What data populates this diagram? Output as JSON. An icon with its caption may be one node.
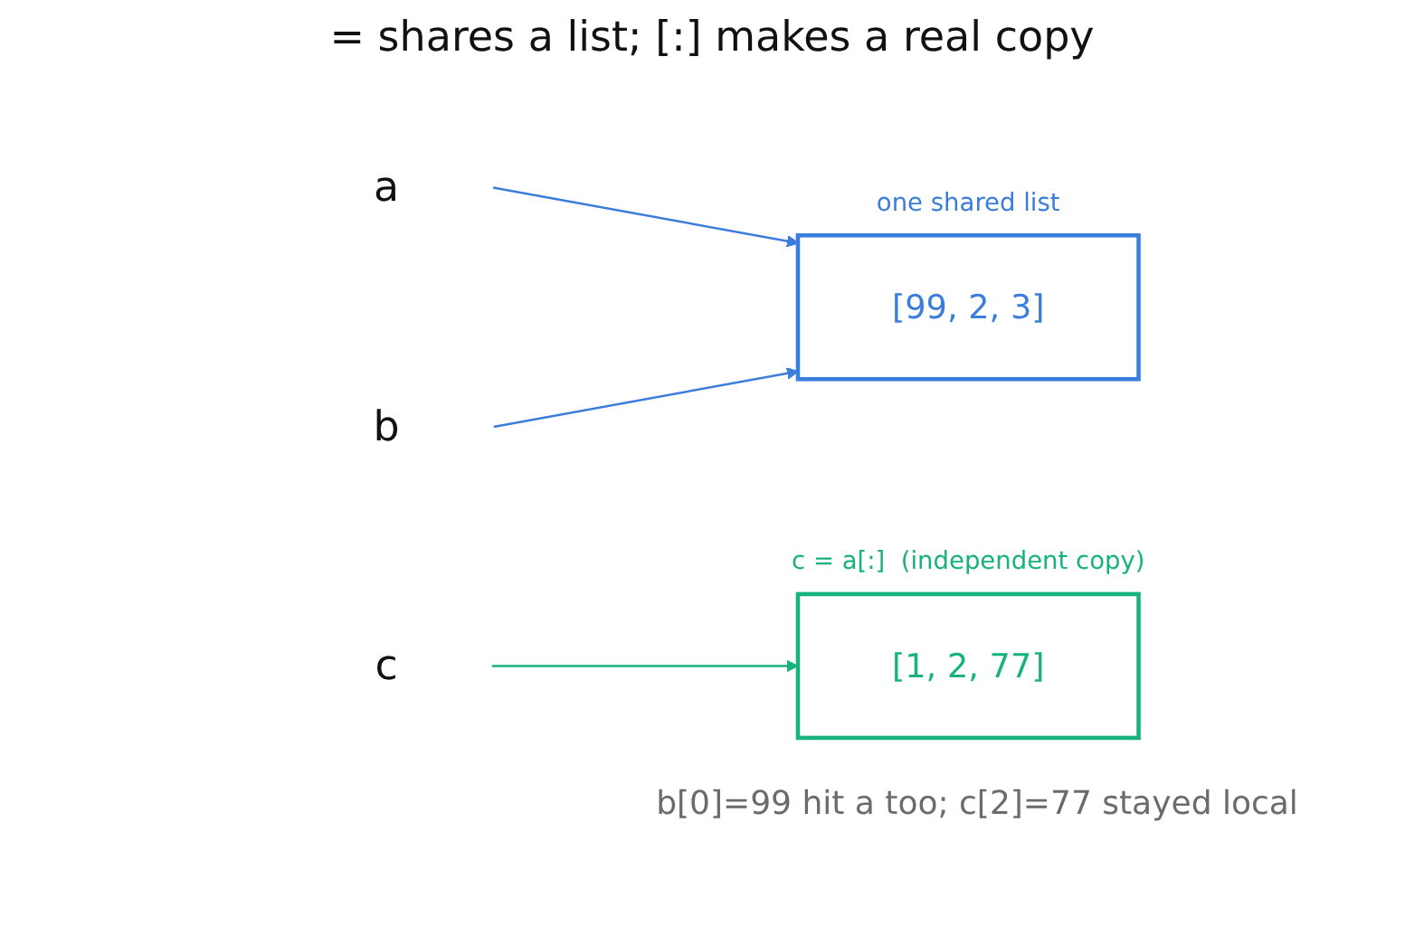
{
  "diagram": {
    "title": "= shares a list; [:] makes a real copy",
    "nodes": [
      {
        "text": [
          "a"
        ]
      },
      {
        "text": [
          "b"
        ]
      },
      {
        "text": [
          "[99, 2, 3]"
        ],
        "beside": [
          "one shared list"
        ]
      },
      {
        "text": [
          "c"
        ]
      },
      {
        "text": [
          "[1, 2, 77]"
        ],
        "beside": [
          "c = a[:]  (independent copy)"
        ]
      }
    ],
    "edges": [
      {
        "from": 0,
        "to": 2,
        "arrow": "to",
        "color": "#3b7ddd"
      },
      {
        "from": 1,
        "to": 2,
        "arrow": "to",
        "color": "#3b7ddd"
      },
      {
        "from": 3,
        "to": 4,
        "arrow": "to",
        "color": "#17b27d"
      }
    ],
    "labels": [
      "b[0]=99 hit a too; c[2]=77 stayed local"
    ]
  }
}
